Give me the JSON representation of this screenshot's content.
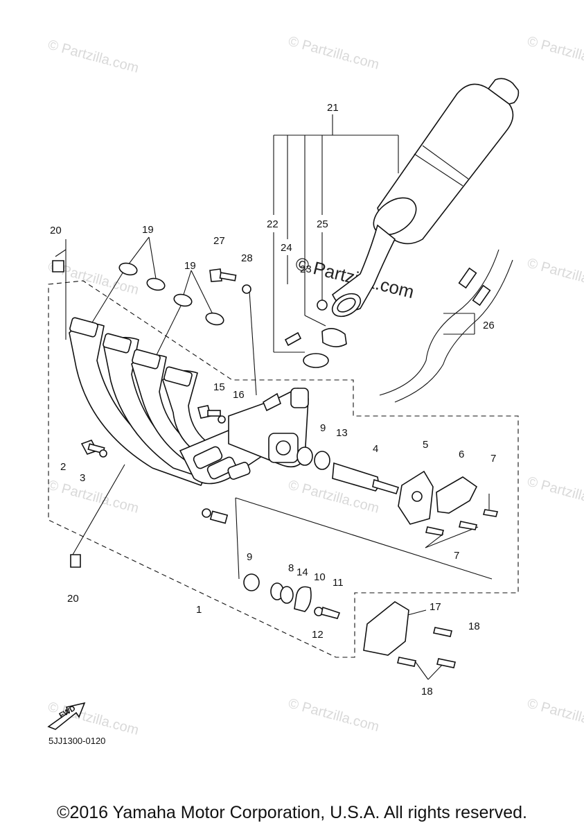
{
  "watermark": {
    "text": "© Partzilla.com",
    "center_text": "© Partzilla.com"
  },
  "callouts": {
    "c1": "1",
    "c2": "2",
    "c3": "3",
    "c4": "4",
    "c5": "5",
    "c6": "6",
    "c7a": "7",
    "c7b": "7",
    "c8": "8",
    "c9a": "9",
    "c9b": "9",
    "c10": "10",
    "c11": "11",
    "c12": "12",
    "c13": "13",
    "c14": "14",
    "c15": "15",
    "c16": "16",
    "c17": "17",
    "c18a": "18",
    "c18b": "18",
    "c19a": "19",
    "c19b": "19",
    "c20a": "20",
    "c20b": "20",
    "c21": "21",
    "c22": "22",
    "c23": "23",
    "c24": "24",
    "c25": "25",
    "c26": "26",
    "c27": "27",
    "c28": "28"
  },
  "fwd_label": "FWD",
  "diagram_code": "5JJ1300-0120",
  "copyright": "©2016 Yamaha Motor Corporation, U.S.A. All rights reserved."
}
